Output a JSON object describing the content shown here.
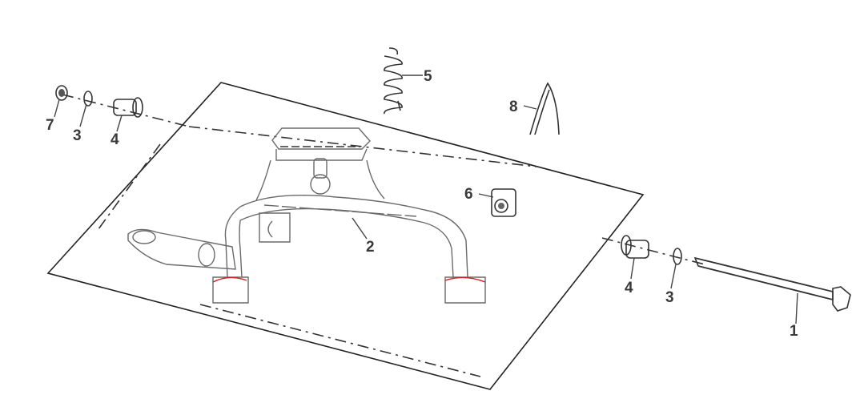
{
  "callouts": {
    "c1": "1",
    "c2": "2",
    "c3_left": "3",
    "c3_right": "3",
    "c4_left": "4",
    "c4_right": "4",
    "c5": "5",
    "c6": "6",
    "c7": "7",
    "c8": "8"
  },
  "colors": {
    "line": "#333333",
    "part_outline": "#6a6a6a",
    "highlight": "#d02020",
    "background": "#ffffff"
  }
}
